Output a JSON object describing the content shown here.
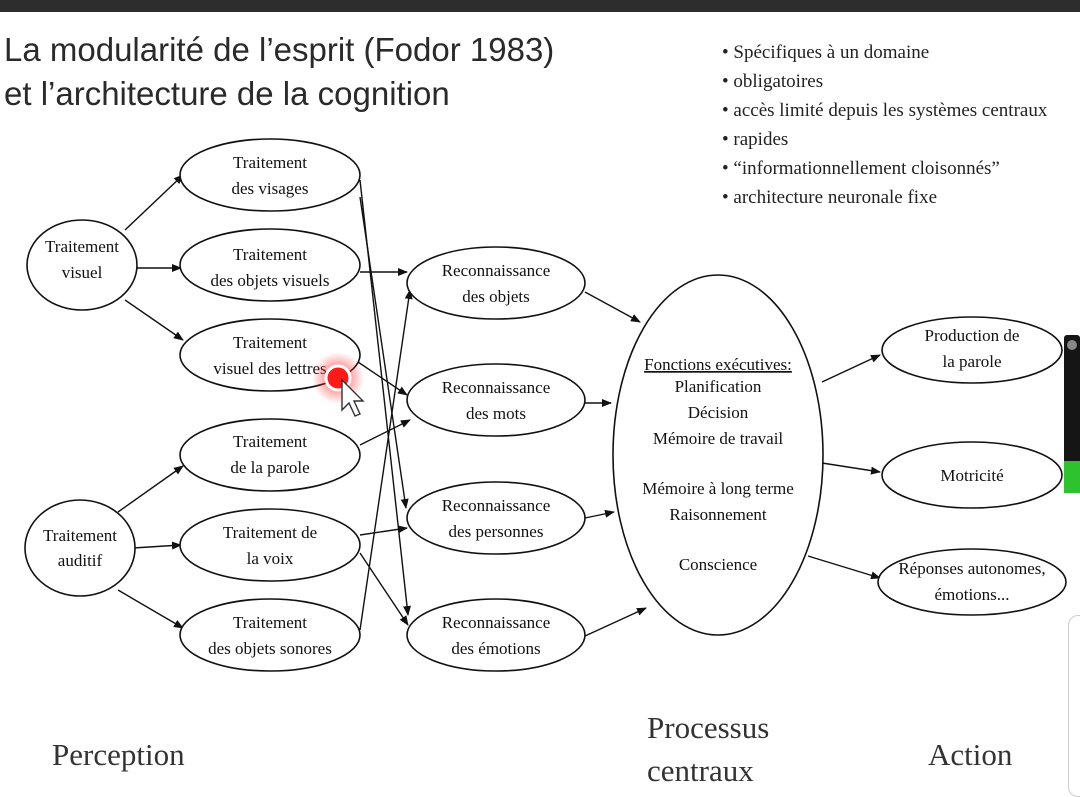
{
  "title": {
    "line1": "La modularité de l’esprit (Fodor 1983)",
    "line2": "et l’architecture de la cognition"
  },
  "properties": [
    "Spécifiques à un domaine",
    "obligatoires",
    "accès limité depuis les systèmes centraux",
    "rapides",
    "“informationnellement cloisonnés”",
    "architecture neuronale fixe"
  ],
  "nodes": {
    "visuel": [
      "Traitement",
      "visuel"
    ],
    "auditif": [
      "Traitement",
      "auditif"
    ],
    "visages": [
      "Traitement",
      "des visages"
    ],
    "objets_visuels": [
      "Traitement",
      "des objets visuels"
    ],
    "lettres": [
      "Traitement",
      "visuel des lettres"
    ],
    "parole": [
      "Traitement",
      "de la parole"
    ],
    "voix": [
      "Traitement de",
      "la voix"
    ],
    "objets_sonores": [
      "Traitement",
      "des objets sonores"
    ],
    "reco_objets": [
      "Reconnaissance",
      "des objets"
    ],
    "reco_mots": [
      "Reconnaissance",
      "des mots"
    ],
    "reco_personnes": [
      "Reconnaissance",
      "des personnes"
    ],
    "reco_emotions": [
      "Reconnaissance",
      "des émotions"
    ],
    "central": [
      "Fonctions exécutives:",
      "Planification",
      "Décision",
      "Mémoire de travail",
      "Mémoire à long terme",
      "Raisonnement",
      "Conscience"
    ],
    "production_parole": [
      "Production de",
      "la parole"
    ],
    "motricite": [
      "Motricité"
    ],
    "reponses": [
      "Réponses autonomes,",
      "émotions..."
    ]
  },
  "stages": {
    "perception": "Perception",
    "processus": [
      "Processus",
      "centraux"
    ],
    "action": "Action"
  },
  "colors": {
    "cursor_highlight": "#ff1a1a",
    "meter_fill": "#2fc22f"
  },
  "volume_level": 0.2
}
